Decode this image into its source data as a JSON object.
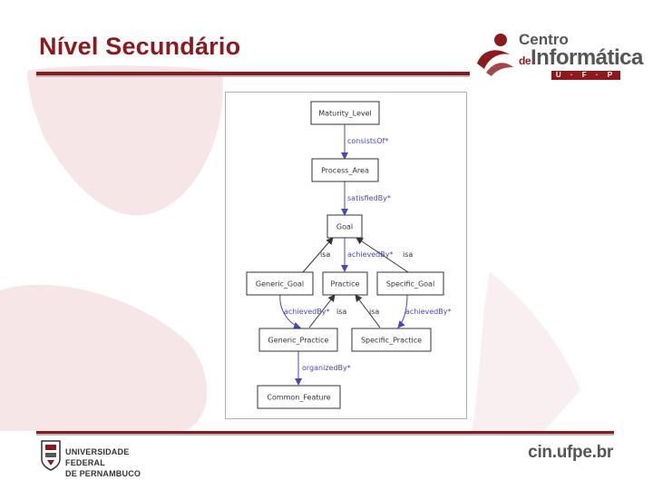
{
  "slide": {
    "title": "Nível Secundário"
  },
  "header_logo": {
    "line1": "Centro",
    "line2_prefix": "de",
    "line2": "Informática",
    "bar_text": "U · F · P · E"
  },
  "diagram": {
    "nodes": {
      "maturity_level": "Maturity_Level",
      "process_area": "Process_Area",
      "goal": "Goal",
      "generic_goal": "Generic_Goal",
      "practice": "Practice",
      "specific_goal": "Specific_Goal",
      "generic_practice": "Generic_Practice",
      "specific_practice": "Specific_Practice",
      "common_feature": "Common_Feature"
    },
    "edges": {
      "consists_of": "consistsOf*",
      "satisfied_by": "satisfiedBy*",
      "isa_generic_goal": "isa",
      "achieved_by_practice": "achievedBy*",
      "isa_specific_goal": "isa",
      "achieved_by_generic": "achievedBy*",
      "isa_generic_practice": "isa",
      "isa_specific_practice": "isa",
      "achieved_by_specific": "achievedBy*",
      "organized_by": "organizedBy*"
    },
    "colors": {
      "node_border": "#333333",
      "edge": "#4848b8",
      "isa_edge": "#333333"
    }
  },
  "footer": {
    "university_line1": "UNIVERSIDADE FEDERAL",
    "university_line2": "DE PERNAMBUCO",
    "site": "cin.ufpe.br"
  },
  "theme": {
    "accent": "#8b1a1f",
    "swoosh": "#f7e6e8"
  }
}
